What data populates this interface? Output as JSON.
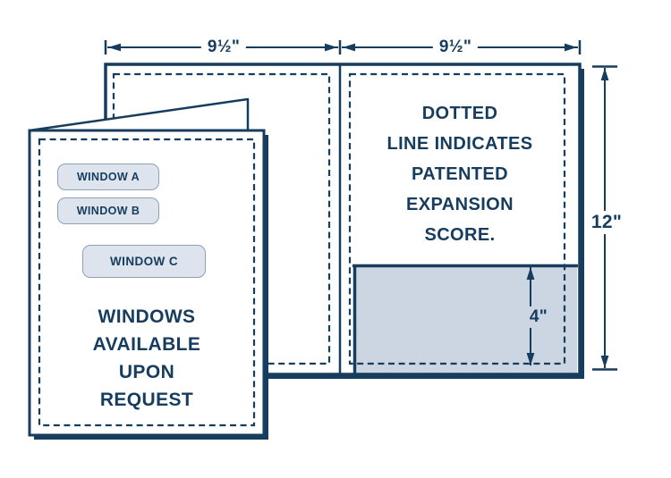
{
  "colors": {
    "navy": "#163c5e",
    "pocket_fill": "#ccd6e2",
    "window_fill": "#dde4ee",
    "window_border": "#8fa1b6",
    "background": "#ffffff"
  },
  "top_dimensions": {
    "left_panel_width": "9½\"",
    "right_panel_width": "9½\""
  },
  "side_dimension": {
    "height": "12\""
  },
  "pocket_dimension": {
    "depth": "4\""
  },
  "open_folder": {
    "note_lines": [
      "DOTTED",
      "LINE INDICATES",
      "PATENTED",
      "EXPANSION",
      "SCORE."
    ]
  },
  "closed_folder": {
    "windows": [
      {
        "label": "WINDOW A"
      },
      {
        "label": "WINDOW B"
      },
      {
        "label": "WINDOW C"
      }
    ],
    "caption_lines": [
      "WINDOWS",
      "AVAILABLE",
      "UPON",
      "REQUEST"
    ]
  }
}
